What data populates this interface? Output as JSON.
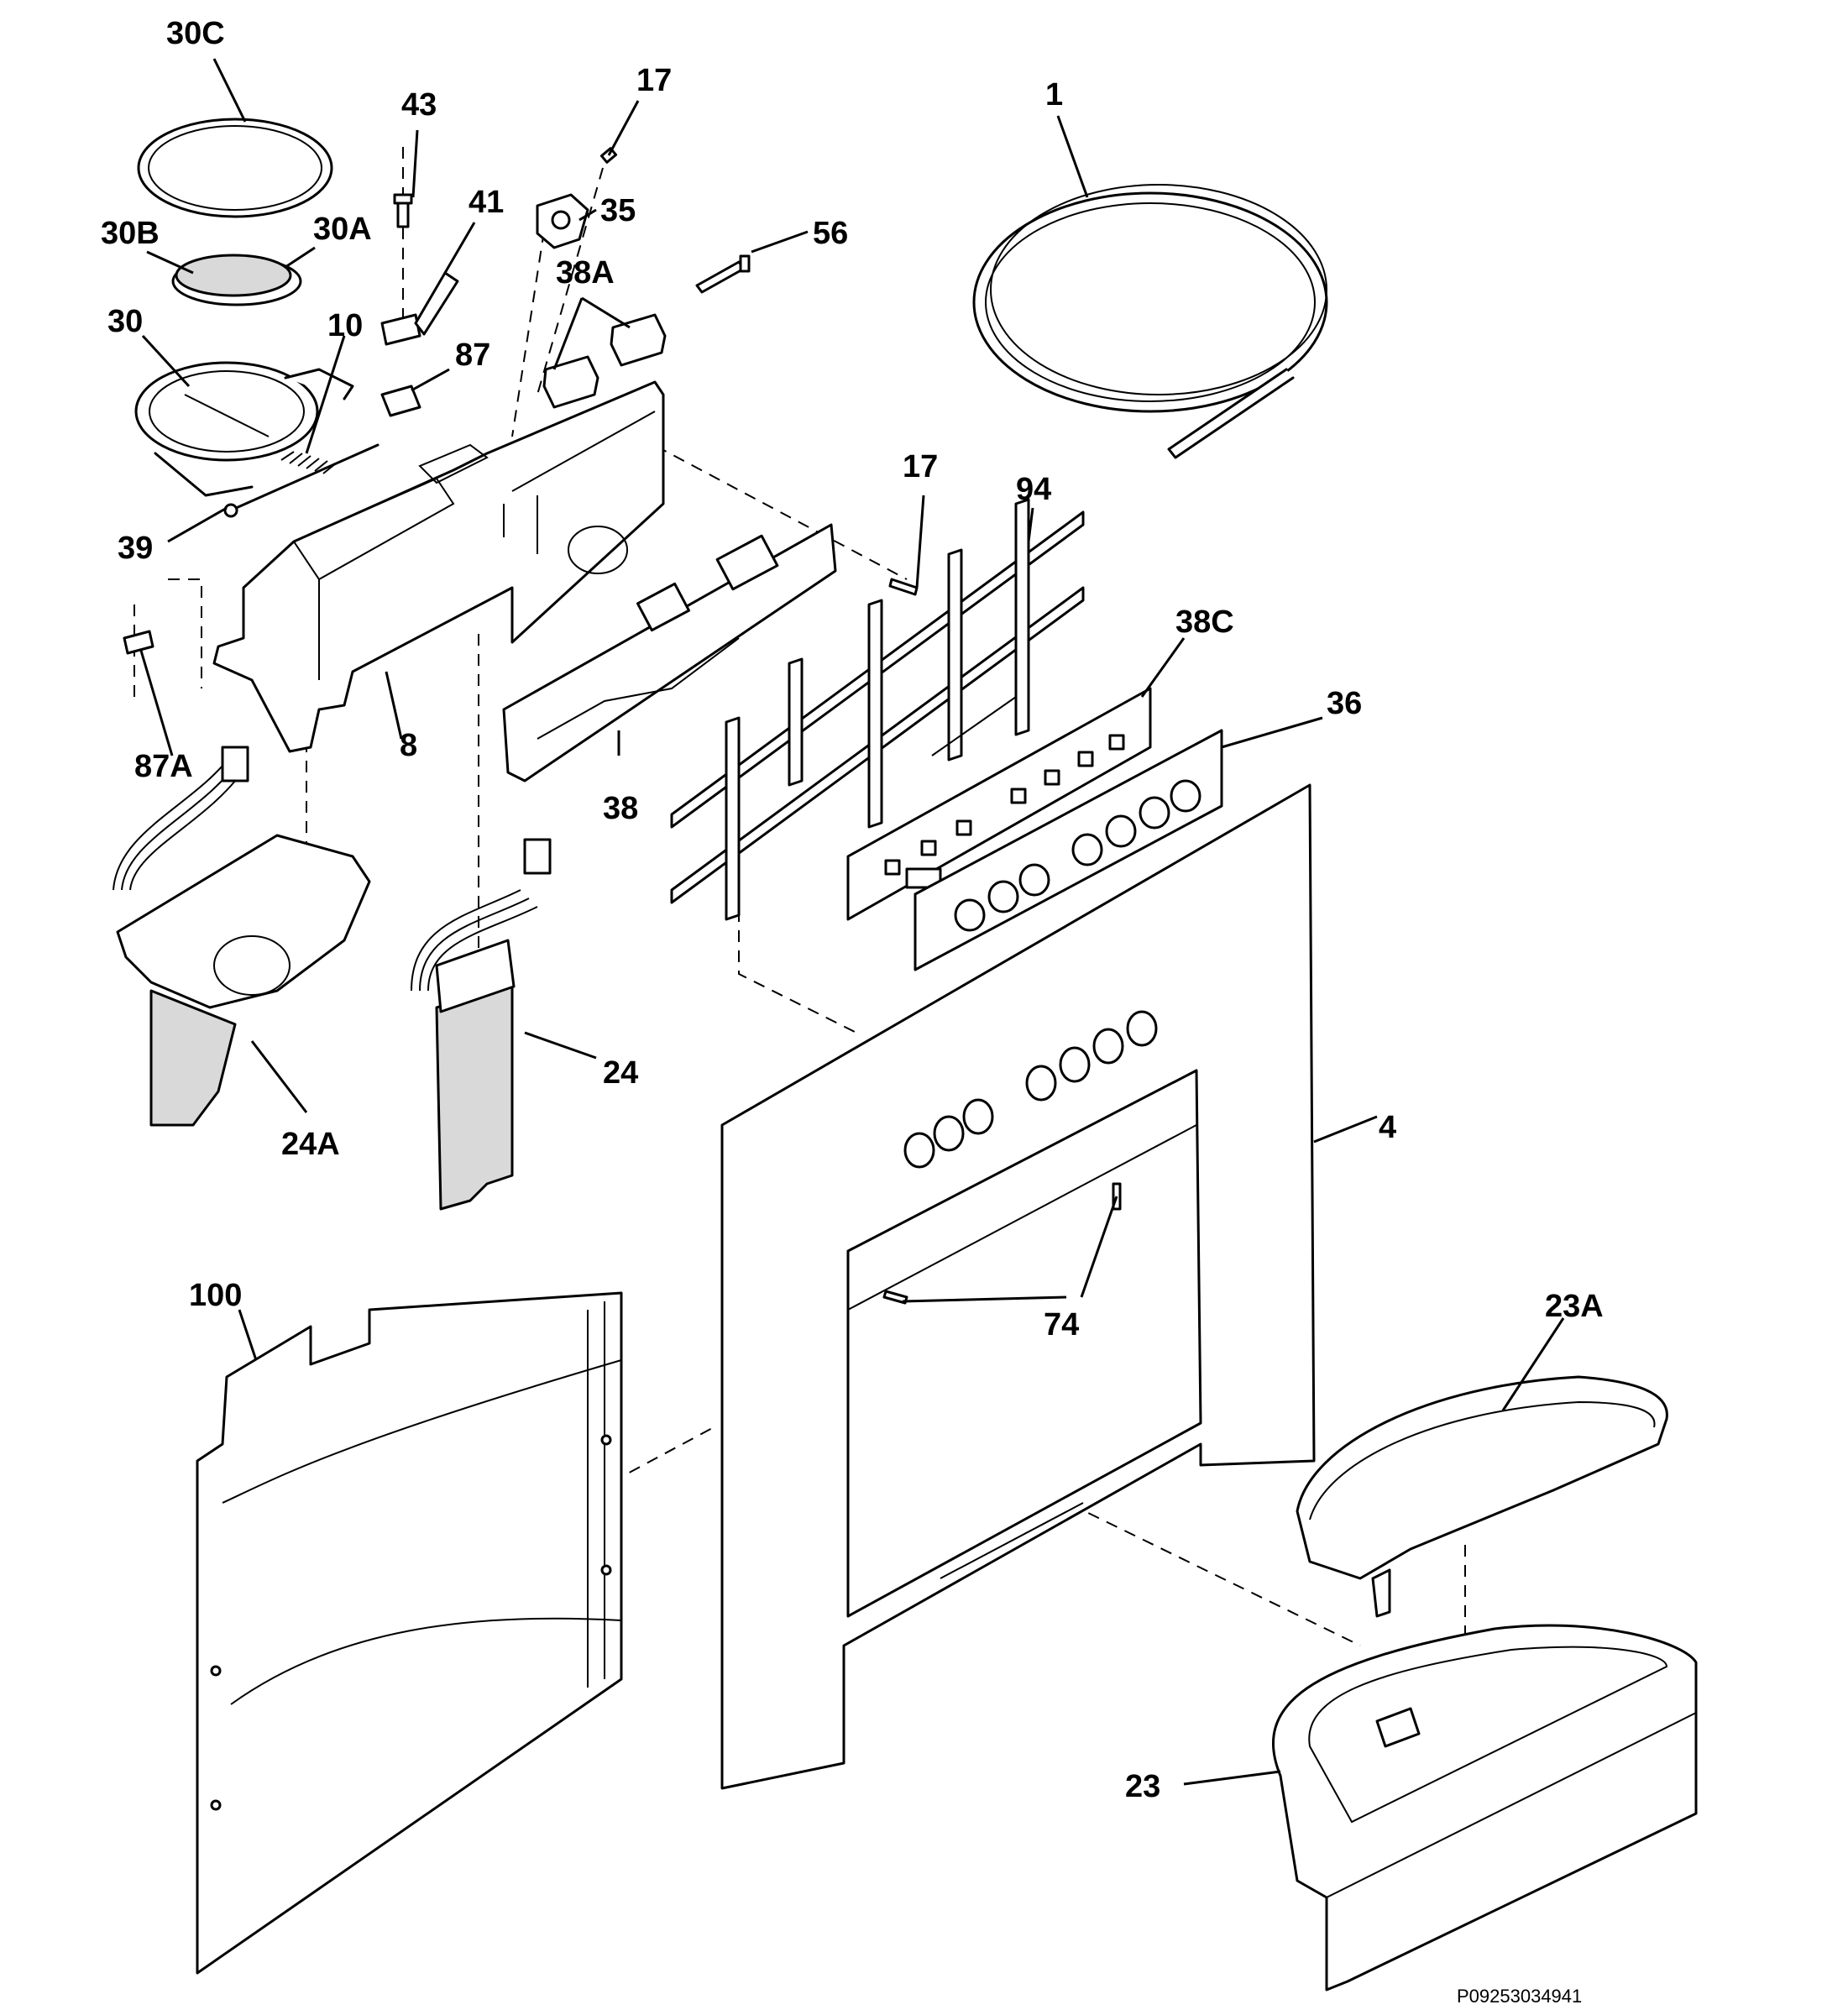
{
  "diagram": {
    "document_id": "P09253034941",
    "callouts": [
      "30C",
      "43",
      "17",
      "1",
      "41",
      "35",
      "30B",
      "30A",
      "56",
      "38A",
      "30",
      "10",
      "87",
      "39",
      "17",
      "94",
      "38C",
      "36",
      "87A",
      "8",
      "38",
      "24",
      "24A",
      "4",
      "100",
      "74",
      "23A",
      "23"
    ]
  }
}
